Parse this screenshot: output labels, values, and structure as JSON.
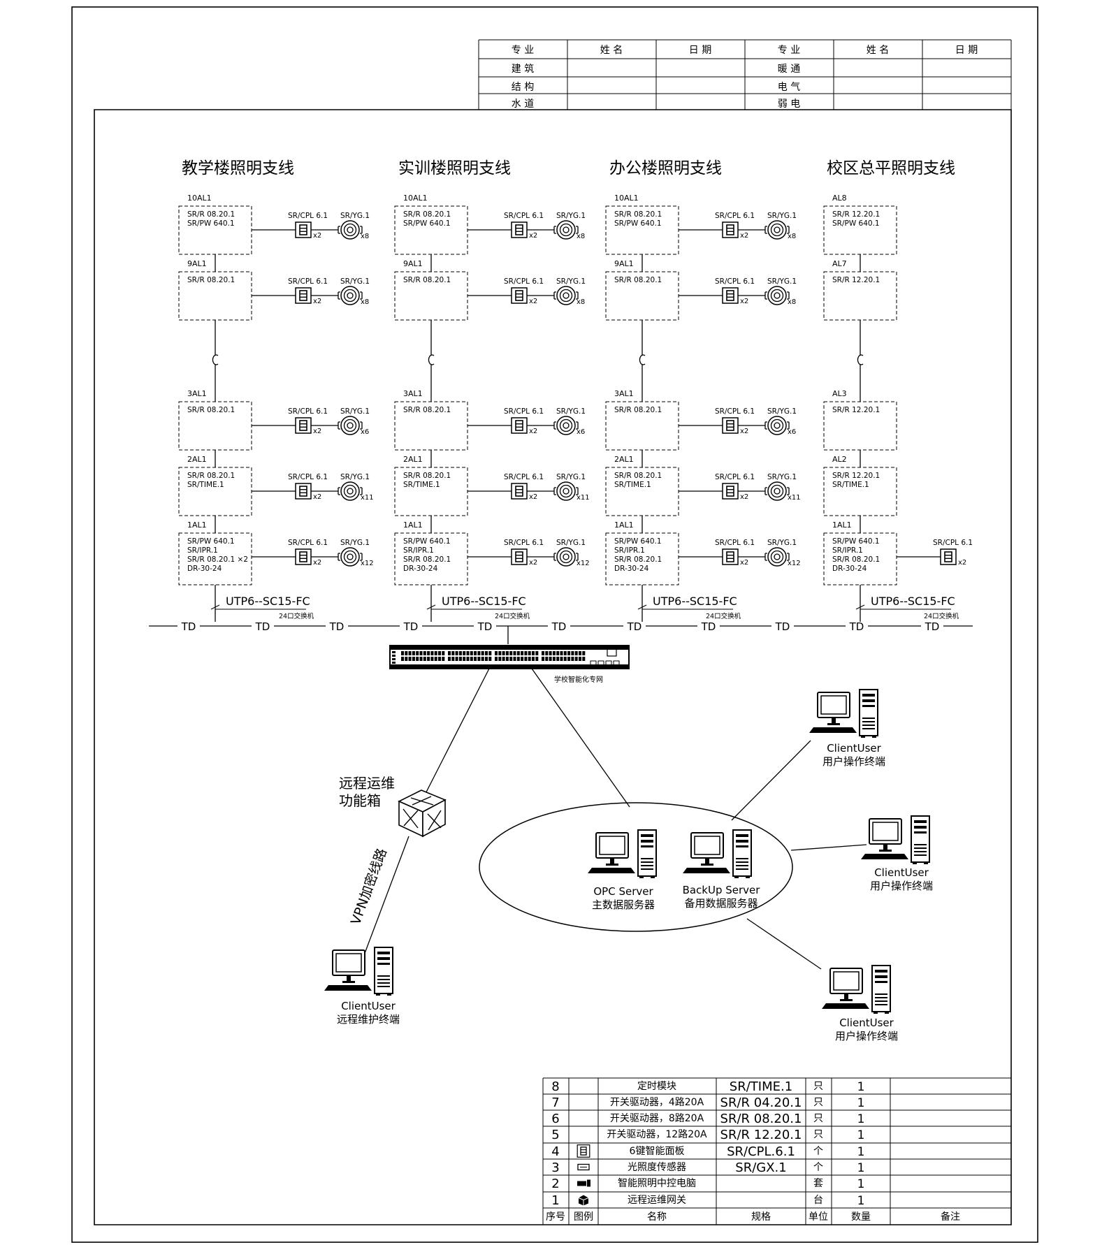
{
  "signoff": {
    "headers": [
      "专 业",
      "姓 名",
      "日 期",
      "专 业",
      "姓 名",
      "日 期"
    ],
    "rows": [
      [
        "建 筑",
        "",
        "",
        "暖 通",
        "",
        ""
      ],
      [
        "结 构",
        "",
        "",
        "电 气",
        "",
        ""
      ],
      [
        "水 道",
        "",
        "",
        "弱 电",
        "",
        ""
      ]
    ]
  },
  "columns": [
    {
      "title": "教学楼照明支线",
      "boxes": [
        {
          "tag": "10AL1",
          "lines": [
            "SR/R 08.20.1",
            "SR/PW 640.1"
          ],
          "panel_label": "SR/CPL 6.1",
          "panel_count": "x2",
          "sensor_label": "SR/YG.1",
          "sensor_count": "x8"
        },
        {
          "tag": "9AL1",
          "lines": [
            "SR/R 08.20.1"
          ],
          "panel_label": "SR/CPL 6.1",
          "panel_count": "x2",
          "sensor_label": "SR/YG.1",
          "sensor_count": "x8"
        },
        {
          "tag": "3AL1",
          "lines": [
            "SR/R 08.20.1"
          ],
          "panel_label": "SR/CPL 6.1",
          "panel_count": "x2",
          "sensor_label": "SR/YG.1",
          "sensor_count": "x6"
        },
        {
          "tag": "2AL1",
          "lines": [
            "SR/R 08.20.1",
            "SR/TIME.1"
          ],
          "panel_label": "SR/CPL 6.1",
          "panel_count": "x2",
          "sensor_label": "SR/YG.1",
          "sensor_count": "x11"
        },
        {
          "tag": "1AL1",
          "lines": [
            "SR/PW 640.1",
            "SR/IPR.1",
            "SR/R 08.20.1 ×2",
            "DR-30-24"
          ],
          "panel_label": "SR/CPL 6.1",
          "panel_count": "x2",
          "sensor_label": "SR/YG.1",
          "sensor_count": "x12"
        }
      ],
      "cable": "UTP6--SC15-FC",
      "switch": "24口交换机"
    },
    {
      "title": "实训楼照明支线",
      "boxes": [
        {
          "tag": "10AL1",
          "lines": [
            "SR/R 08.20.1",
            "SR/PW 640.1"
          ],
          "panel_label": "SR/CPL 6.1",
          "panel_count": "x2",
          "sensor_label": "SR/YG.1",
          "sensor_count": "x8"
        },
        {
          "tag": "9AL1",
          "lines": [
            "SR/R 08.20.1"
          ],
          "panel_label": "SR/CPL 6.1",
          "panel_count": "x2",
          "sensor_label": "SR/YG.1",
          "sensor_count": "x8"
        },
        {
          "tag": "3AL1",
          "lines": [
            "SR/R 08.20.1"
          ],
          "panel_label": "SR/CPL 6.1",
          "panel_count": "x2",
          "sensor_label": "SR/YG.1",
          "sensor_count": "x6"
        },
        {
          "tag": "2AL1",
          "lines": [
            "SR/R 08.20.1",
            "SR/TIME.1"
          ],
          "panel_label": "SR/CPL 6.1",
          "panel_count": "x2",
          "sensor_label": "SR/YG.1",
          "sensor_count": "x11"
        },
        {
          "tag": "1AL1",
          "lines": [
            "SR/PW 640.1",
            "SR/IPR.1",
            "SR/R 08.20.1",
            "DR-30-24"
          ],
          "panel_label": "SR/CPL 6.1",
          "panel_count": "x2",
          "sensor_label": "SR/YG.1",
          "sensor_count": "x12"
        }
      ],
      "cable": "UTP6--SC15-FC",
      "switch": "24口交换机"
    },
    {
      "title": "办公楼照明支线",
      "boxes": [
        {
          "tag": "10AL1",
          "lines": [
            "SR/R 08.20.1",
            "SR/PW 640.1"
          ],
          "panel_label": "SR/CPL 6.1",
          "panel_count": "x2",
          "sensor_label": "SR/YG.1",
          "sensor_count": "x8"
        },
        {
          "tag": "9AL1",
          "lines": [
            "SR/R 08.20.1"
          ],
          "panel_label": "SR/CPL 6.1",
          "panel_count": "x2",
          "sensor_label": "SR/YG.1",
          "sensor_count": "x8"
        },
        {
          "tag": "3AL1",
          "lines": [
            "SR/R 08.20.1"
          ],
          "panel_label": "SR/CPL 6.1",
          "panel_count": "x2",
          "sensor_label": "SR/YG.1",
          "sensor_count": "x6"
        },
        {
          "tag": "2AL1",
          "lines": [
            "SR/R 08.20.1",
            "SR/TIME.1"
          ],
          "panel_label": "SR/CPL 6.1",
          "panel_count": "x2",
          "sensor_label": "SR/YG.1",
          "sensor_count": "x11"
        },
        {
          "tag": "1AL1",
          "lines": [
            "SR/PW 640.1",
            "SR/IPR.1",
            "SR/R 08.20.1",
            "DR-30-24"
          ],
          "panel_label": "SR/CPL 6.1",
          "panel_count": "x2",
          "sensor_label": "SR/YG.1",
          "sensor_count": "x12"
        }
      ],
      "cable": "UTP6--SC15-FC",
      "switch": "24口交换机"
    },
    {
      "title": "校区总平照明支线",
      "boxes": [
        {
          "tag": "AL8",
          "lines": [
            "SR/R 12.20.1",
            "SR/PW 640.1"
          ]
        },
        {
          "tag": "AL7",
          "lines": [
            "SR/R 12.20.1"
          ]
        },
        {
          "tag": "AL3",
          "lines": [
            "SR/R 12.20.1"
          ]
        },
        {
          "tag": "AL2",
          "lines": [
            "SR/R 12.20.1",
            "SR/TIME.1"
          ]
        },
        {
          "tag": "1AL1",
          "lines": [
            "SR/PW 640.1",
            "SR/IPR.1",
            "SR/R 08.20.1",
            "DR-30-24"
          ],
          "panel_label": "SR/CPL 6.1",
          "panel_count": "x2"
        }
      ],
      "cable": "UTP6--SC15-FC",
      "switch": "24口交换机"
    }
  ],
  "bus": {
    "td_label": "TD"
  },
  "core_switch": {
    "label": "学校智能化专网"
  },
  "remote_box": {
    "label_line1": "远程运维",
    "label_line2": "功能箱"
  },
  "vpn_label": "VPN加密线路",
  "remote_client": {
    "line1": "ClientUser",
    "line2": "远程维护终端"
  },
  "servers": [
    {
      "line1": "OPC Server",
      "line2": "主数据服务器"
    },
    {
      "line1": "BackUp Server",
      "line2": "备用数据服务器"
    }
  ],
  "clients": [
    {
      "line1": "ClientUser",
      "line2": "用户操作终端"
    },
    {
      "line1": "ClientUser",
      "line2": "用户操作终端"
    },
    {
      "line1": "ClientUser",
      "line2": "用户操作终端"
    }
  ],
  "legend": {
    "rows": [
      {
        "no": "8",
        "icon": "",
        "name": "定时模块",
        "spec": "SR/TIME.1",
        "unit": "只",
        "qty": "1"
      },
      {
        "no": "7",
        "icon": "",
        "name": "开关驱动器，4路20A",
        "spec": "SR/R 04.20.1",
        "unit": "只",
        "qty": "1"
      },
      {
        "no": "6",
        "icon": "",
        "name": "开关驱动器，8路20A",
        "spec": "SR/R 08.20.1",
        "unit": "只",
        "qty": "1"
      },
      {
        "no": "5",
        "icon": "",
        "name": "开关驱动器，12路20A",
        "spec": "SR/R 12.20.1",
        "unit": "只",
        "qty": "1"
      },
      {
        "no": "4",
        "icon": "panel",
        "name": "6键智能面板",
        "spec": "SR/CPL.6.1",
        "unit": "个",
        "qty": "1"
      },
      {
        "no": "3",
        "icon": "sensor",
        "name": "光照度传感器",
        "spec": "SR/GX.1",
        "unit": "个",
        "qty": "1"
      },
      {
        "no": "2",
        "icon": "pc",
        "name": "智能照明中控电脑",
        "spec": "",
        "unit": "套",
        "qty": "1"
      },
      {
        "no": "1",
        "icon": "gateway",
        "name": "远程运维网关",
        "spec": "",
        "unit": "台",
        "qty": "1"
      }
    ],
    "header": {
      "no": "序号",
      "icon": "图例",
      "name": "名称",
      "spec": "规格",
      "unit": "单位",
      "qty": "数量",
      "note": "备注"
    }
  }
}
